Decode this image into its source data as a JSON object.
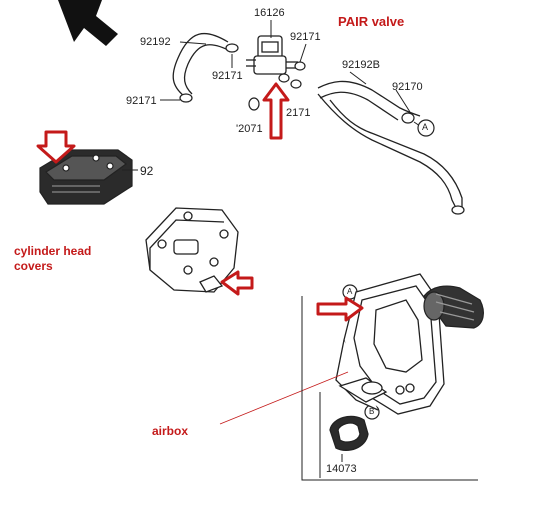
{
  "colors": {
    "annotation_red": "#c41a1a",
    "line": "#222222",
    "part_fill": "#ffffff",
    "dark_part": "#2b2b2b"
  },
  "labels": {
    "pair_valve": "PAIR valve",
    "cylinder_head_covers": "cylinder head covers",
    "airbox": "airbox"
  },
  "part_numbers": {
    "pn_16126": "16126",
    "pn_92192_left": "92192",
    "pn_92171_top_right": "92171",
    "pn_92171_mid": "92171",
    "pn_92192b": "92192B",
    "pn_92170": "92170",
    "pn_92171_left": "92171",
    "pn_92071": "'2071",
    "pn_92171_bottom": "2171",
    "pn_92": "92",
    "pn_14073": "14073"
  },
  "callouts": {
    "a_top": "A",
    "a_airbox": "A",
    "b_airbox": "B"
  },
  "icons": [
    "black-arrow-icon",
    "red-arrow-icon"
  ]
}
